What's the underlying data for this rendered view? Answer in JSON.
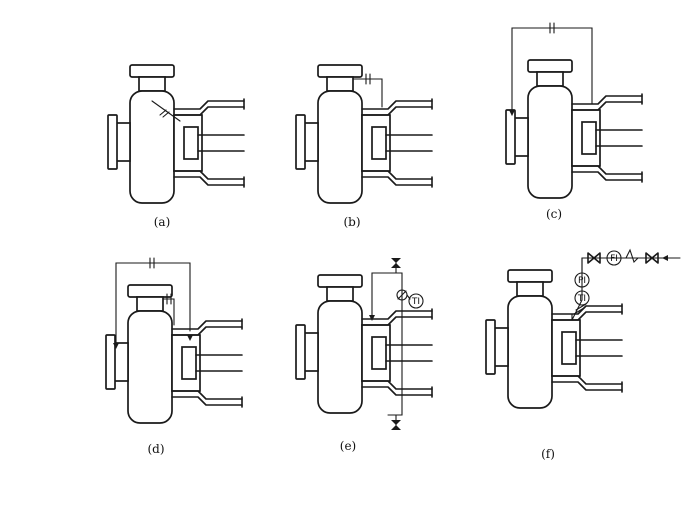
{
  "figure": {
    "line_color": "#1a1a1a",
    "background": "#ffffff",
    "panels": [
      {
        "id": "a",
        "caption": "(a)"
      },
      {
        "id": "b",
        "caption": "(b)"
      },
      {
        "id": "c",
        "caption": "(c)"
      },
      {
        "id": "d",
        "caption": "(d)"
      },
      {
        "id": "e",
        "caption": "(e)"
      },
      {
        "id": "f",
        "caption": "(f)"
      }
    ],
    "instrument_labels": {
      "pressure_indicator": "PI",
      "temperature_indicator": "TI",
      "flow_indicator": "FI"
    }
  }
}
